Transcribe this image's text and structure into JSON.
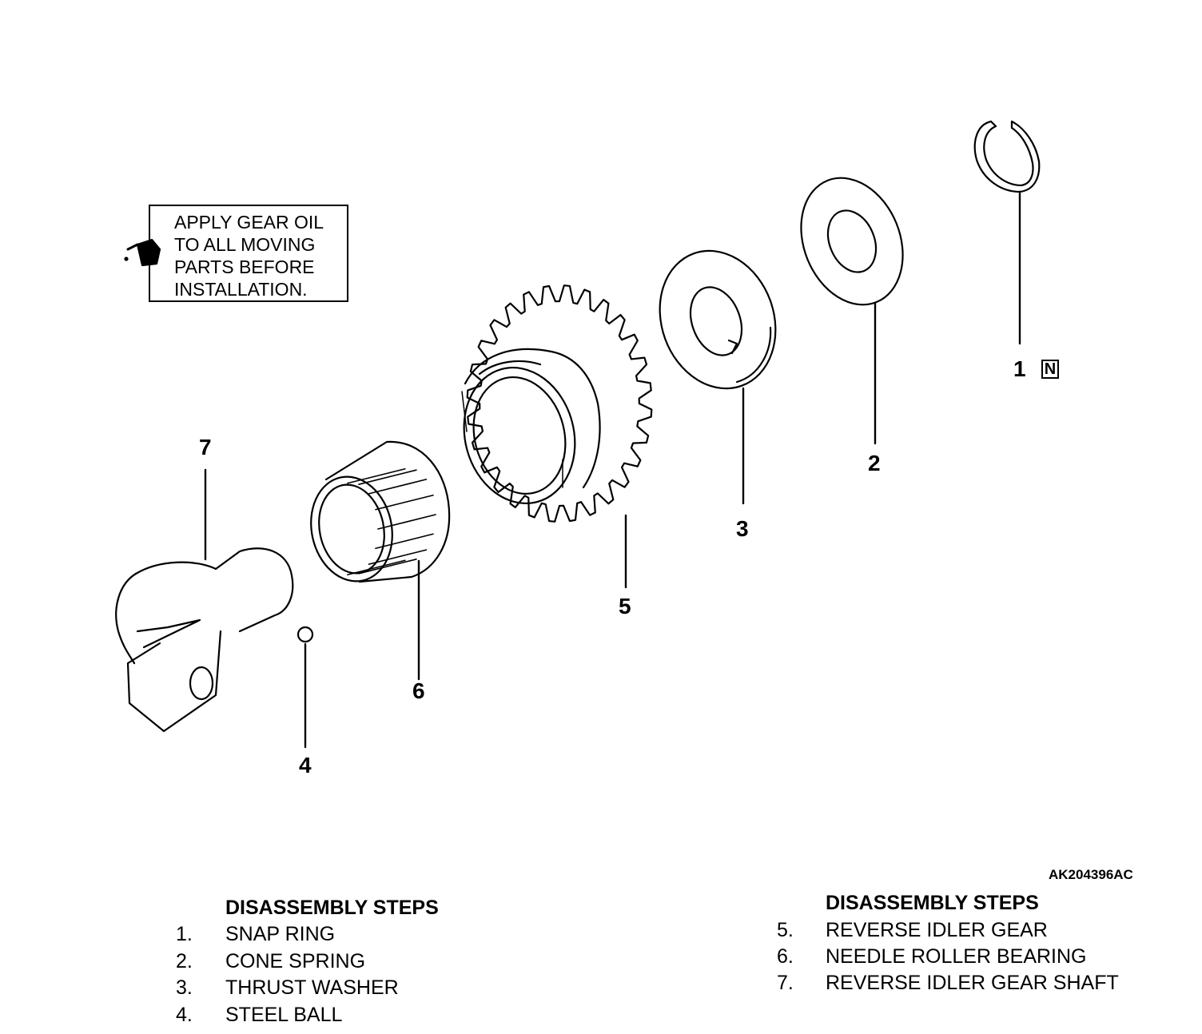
{
  "note": {
    "lines": [
      "APPLY GEAR OIL",
      "TO ALL MOVING",
      "PARTS BEFORE",
      "INSTALLATION."
    ],
    "icon": "oil-can-icon"
  },
  "callouts": {
    "p1": "1",
    "p2": "2",
    "p3": "3",
    "p4": "4",
    "p5": "5",
    "p6": "6",
    "p7": "7",
    "new_part_mark": "N"
  },
  "figure_id": "AK204396AC",
  "steps_left": {
    "heading": "DISASSEMBLY STEPS",
    "items": [
      {
        "num": "1.",
        "label": "SNAP RING"
      },
      {
        "num": "2.",
        "label": "CONE SPRING"
      },
      {
        "num": "3.",
        "label": "THRUST WASHER"
      },
      {
        "num": "4.",
        "label": "STEEL BALL"
      }
    ]
  },
  "steps_right": {
    "heading": "DISASSEMBLY STEPS",
    "items": [
      {
        "num": "5.",
        "label": "REVERSE IDLER GEAR"
      },
      {
        "num": "6.",
        "label": "NEEDLE ROLLER BEARING"
      },
      {
        "num": "7.",
        "label": "REVERSE IDLER GEAR SHAFT"
      }
    ]
  }
}
